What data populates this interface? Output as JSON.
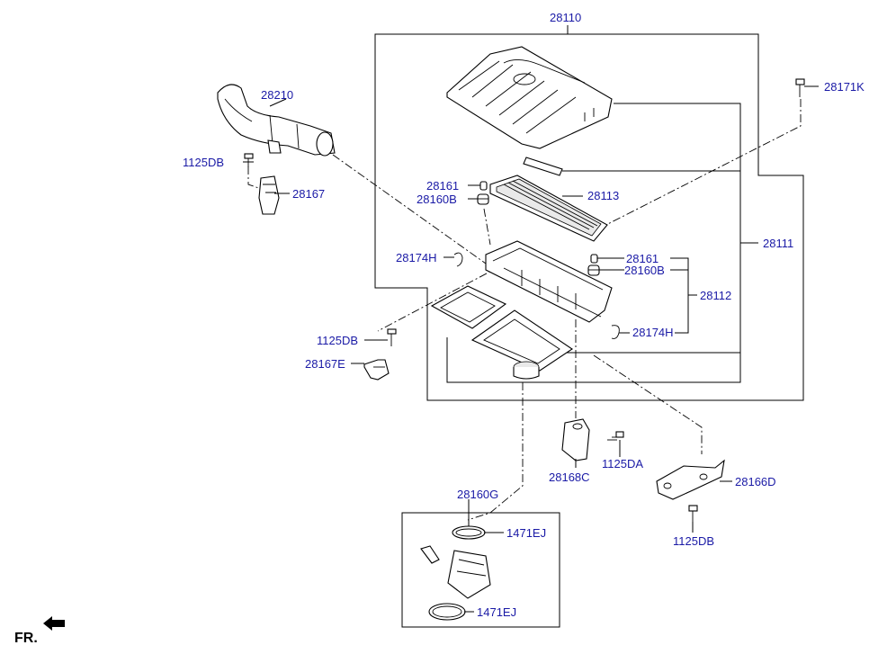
{
  "labels": {
    "p28110": "28110",
    "p28210": "28210",
    "p28171K": "28171K",
    "p1125DB_a": "1125DB",
    "p28167": "28167",
    "p28161_a": "28161",
    "p28160B_a": "28160B",
    "p28113": "28113",
    "p28111": "28111",
    "p28174H_a": "28174H",
    "p28161_b": "28161",
    "p28160B_b": "28160B",
    "p28112": "28112",
    "p28174H_b": "28174H",
    "p1125DB_b": "1125DB",
    "p28167E": "28167E",
    "p28168C": "28168C",
    "p1125DA": "1125DA",
    "p28166D": "28166D",
    "p1125DB_c": "1125DB",
    "p28160G": "28160G",
    "p1471EJ_a": "1471EJ",
    "p1471EJ_b": "1471EJ"
  },
  "direction_marker": "FR."
}
